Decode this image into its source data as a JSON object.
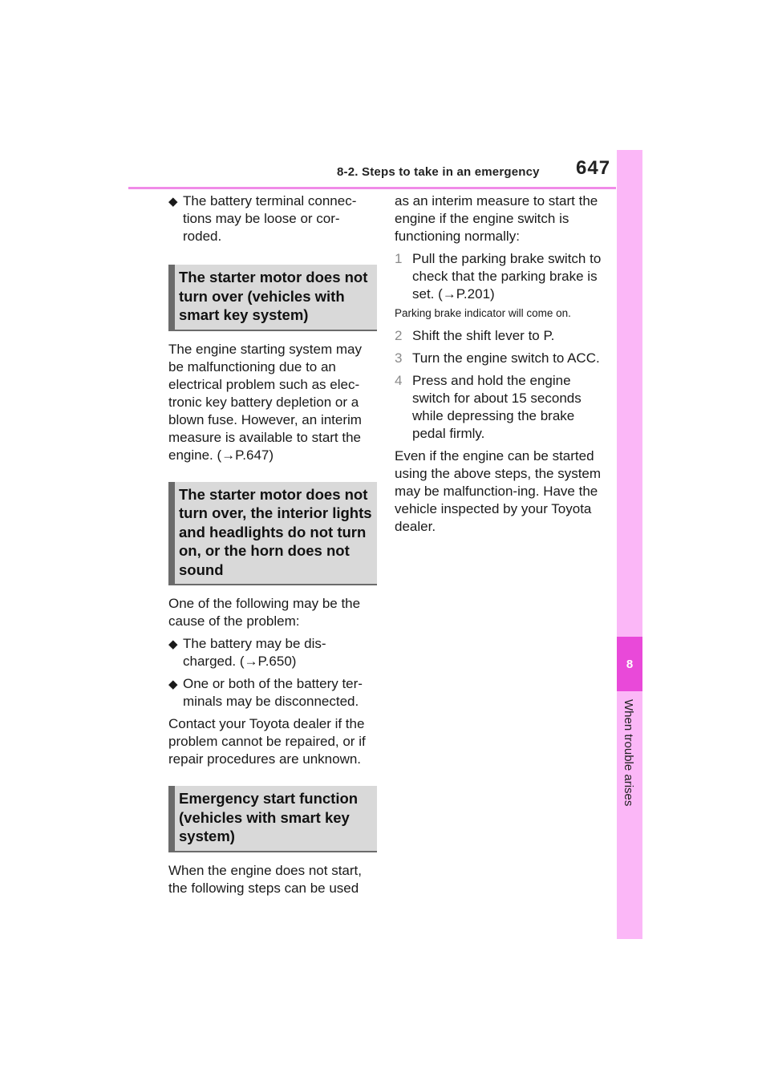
{
  "header": {
    "section_title": "8-2. Steps to take in an emergency",
    "page_number": "647",
    "accent_color": "#f08be8"
  },
  "side_tab": {
    "chapter_number": "8",
    "chapter_label": "When trouble arises"
  },
  "left": {
    "intro_bullet": "The battery terminal connec-tions may be loose or cor-roded.",
    "heading1": "The starter motor does not turn over (vehicles with smart key system)",
    "para1": "The engine starting system may be malfunctioning due to an electrical problem such as elec-tronic key battery depletion or a blown fuse. However, an interim measure is available to start the engine. (→P.647)",
    "heading2": "The starter motor does not turn over, the interior lights and headlights do not turn on, or the horn does not sound",
    "para2": "One of the following may be the cause of the problem:",
    "bullet1": "The battery may be dis-charged. (→P.650)",
    "bullet2": "One or both of the battery ter-minals may be disconnected.",
    "para3": "Contact your Toyota dealer if the problem cannot be repaired, or if repair procedures are unknown.",
    "heading3": "Emergency start function (vehicles with smart key system)",
    "para4": "When the engine does not start, the following steps can be used"
  },
  "right": {
    "para1": "as an interim measure to start the engine if the engine switch is functioning normally:",
    "steps": [
      {
        "num": "1",
        "text": "Pull the parking brake switch to check that the parking brake is set. (→P.201)"
      },
      {
        "num": "2",
        "text": "Shift the shift lever to P."
      },
      {
        "num": "3",
        "text": "Turn the engine switch to ACC."
      },
      {
        "num": "4",
        "text": "Press and hold the engine switch for about 15 seconds while depressing the brake pedal firmly."
      }
    ],
    "note": "Parking brake indicator will come on.",
    "para2": "Even if the engine can be started using the above steps, the system may be malfunction-ing. Have the vehicle inspected by your Toyota dealer."
  }
}
